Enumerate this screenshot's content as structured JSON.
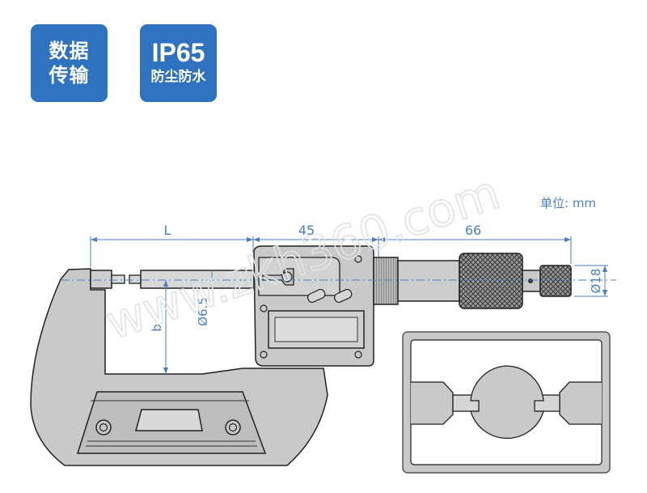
{
  "badges": [
    {
      "line1": "数据",
      "line2": "传输"
    },
    {
      "line1": "IP65",
      "line2": "防尘防水"
    }
  ],
  "unit_label": "单位: mm",
  "dimensions": {
    "L": "L",
    "d45": "45",
    "d66": "66",
    "dia18": "Ø18",
    "dia65": "Ø6.5",
    "b": "b"
  },
  "watermark": "www.zkh360.com",
  "colors": {
    "badge": "#2f72c0",
    "dimension": "#4a7fc0",
    "body": "#c9c9c9",
    "outline": "#222222"
  }
}
